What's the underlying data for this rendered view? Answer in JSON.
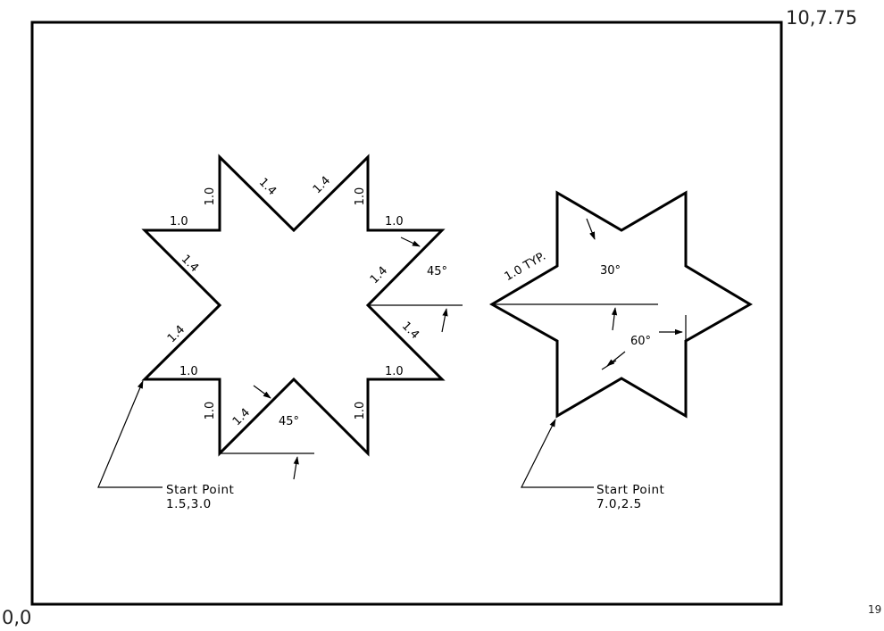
{
  "corners": {
    "top_right": "10,7.75",
    "bottom_left": "0,0",
    "page_number": "19"
  },
  "left_star": {
    "dims": {
      "d1": "1.0",
      "d2": "1.4",
      "d3": "1.4",
      "d4": "1.0",
      "d5": "1.0",
      "d6": "1.4",
      "d7": "1.4",
      "d8": "1.0",
      "d9": "1.0",
      "d10": "1.4",
      "d11": "1.4",
      "d12": "1.0",
      "d13": "1.0",
      "d14": "1.4",
      "d15": "1.0"
    },
    "angle_right": "45°",
    "angle_bottom": "45°",
    "start_label": "Start Point",
    "start_coords": "1.5,3.0"
  },
  "right_star": {
    "dim_typ": "1.0 TYP.",
    "angle_30": "30°",
    "angle_60": "60°",
    "start_label": "Start Point",
    "start_coords": "7.0,2.5"
  }
}
